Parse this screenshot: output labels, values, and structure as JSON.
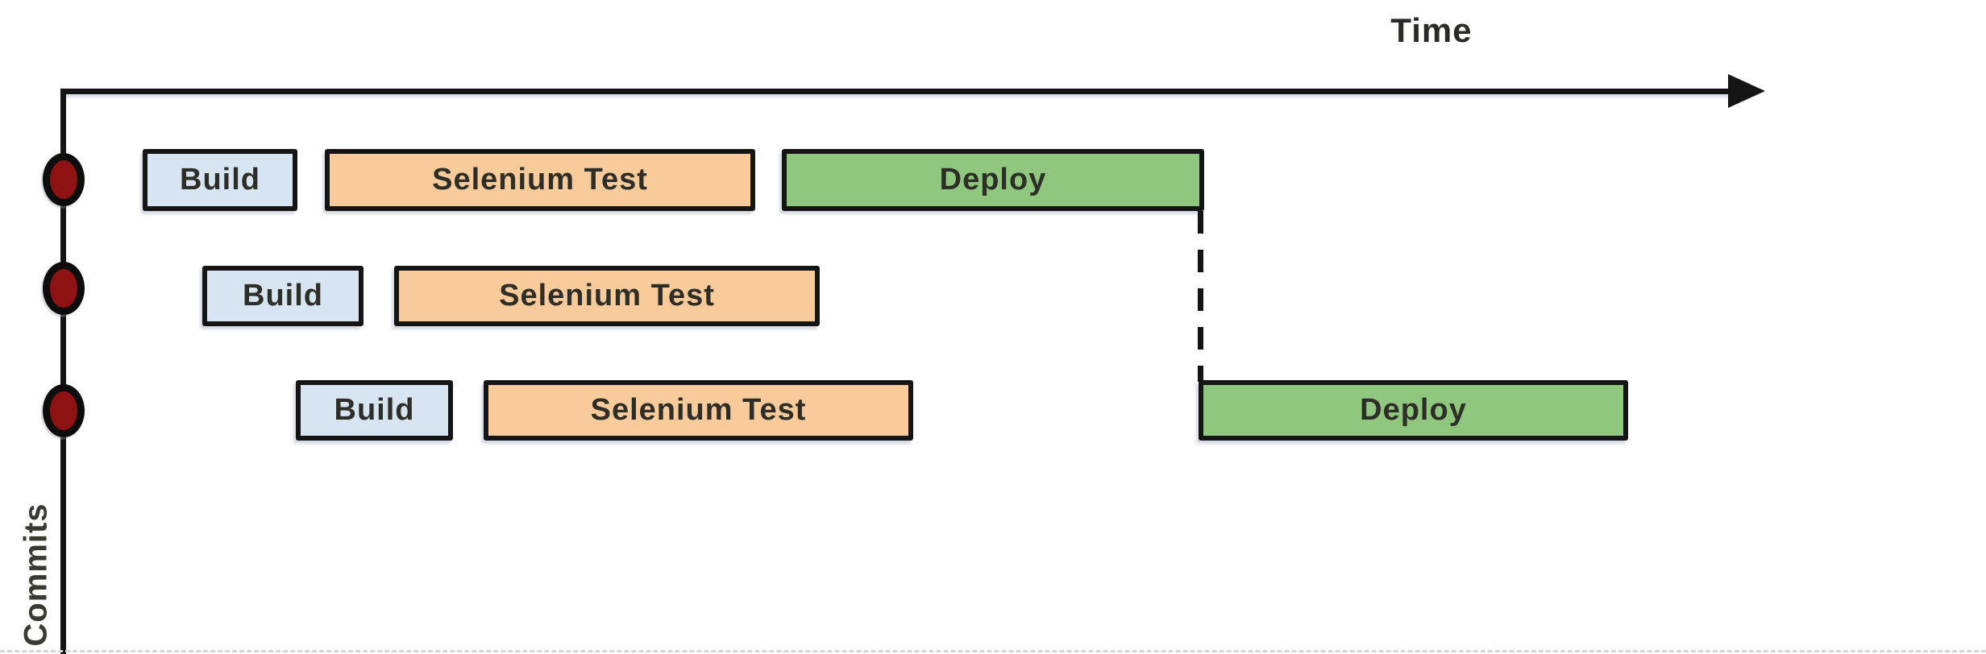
{
  "axes": {
    "x_label": "Time",
    "y_label": "Commits"
  },
  "colors": {
    "build_fill": "#d7e4f1",
    "test_fill": "#f9cb9b",
    "deploy_fill": "#8ec77d",
    "commit_dot_fill": "#8e1212",
    "line_color": "#151515"
  },
  "commits": [
    {
      "id": "commit-1",
      "tasks": [
        {
          "type": "build",
          "label": "Build"
        },
        {
          "type": "test",
          "label": "Selenium Test"
        },
        {
          "type": "deploy",
          "label": "Deploy"
        }
      ]
    },
    {
      "id": "commit-2",
      "tasks": [
        {
          "type": "build",
          "label": "Build"
        },
        {
          "type": "test",
          "label": "Selenium Test"
        }
      ]
    },
    {
      "id": "commit-3",
      "tasks": [
        {
          "type": "build",
          "label": "Build"
        },
        {
          "type": "test",
          "label": "Selenium Test"
        },
        {
          "type": "deploy",
          "label": "Deploy"
        }
      ]
    }
  ]
}
